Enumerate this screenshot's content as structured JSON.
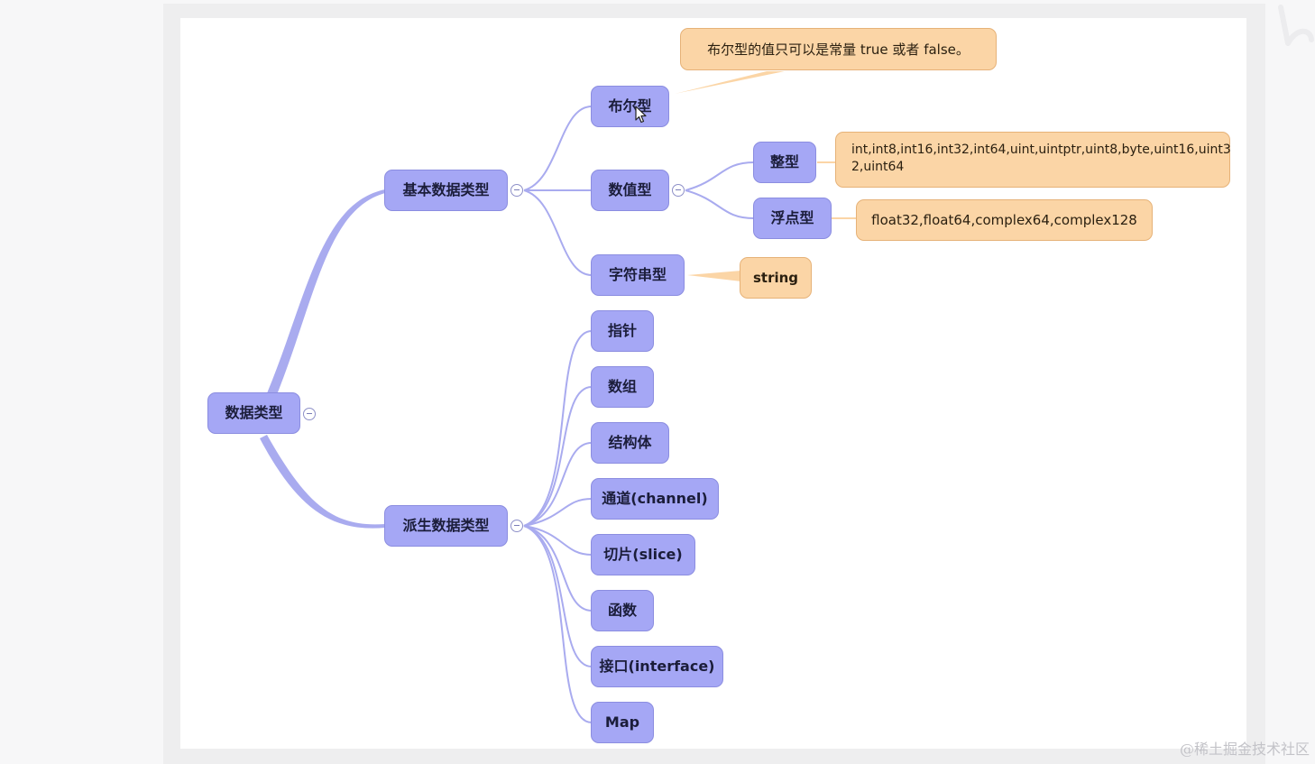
{
  "root": {
    "label": "数据类型"
  },
  "basic": {
    "label": "基本数据类型",
    "bool": {
      "label": "布尔型",
      "note": "布尔型的值只可以是常量 true 或者 false。"
    },
    "numeric": {
      "label": "数值型",
      "integer": {
        "label": "整型",
        "note_line1": "int,int8,int16,int32,int64,uint,uintptr,uint8,byte,uint16,uint3",
        "note_line2": "2,uint64"
      },
      "float": {
        "label": "浮点型",
        "note": "float32,float64,complex64,complex128"
      }
    },
    "string": {
      "label": "字符串型",
      "note": "string"
    }
  },
  "derived": {
    "label": "派生数据类型",
    "items": [
      {
        "label": "指针"
      },
      {
        "label": "数组"
      },
      {
        "label": "结构体"
      },
      {
        "label": "通道(channel)"
      },
      {
        "label": "切片(slice)"
      },
      {
        "label": "函数"
      },
      {
        "label": "接口(interface)"
      },
      {
        "label": "Map"
      }
    ]
  },
  "watermark": "@稀土掘金技术社区",
  "colors": {
    "node_fill": "#a5a7f5",
    "node_border": "#8b8de0",
    "note_fill": "#fbd5a6",
    "link": "#a9abef"
  },
  "icons": [
    "collapse-toggle-icon",
    "mouse-cursor-icon"
  ]
}
